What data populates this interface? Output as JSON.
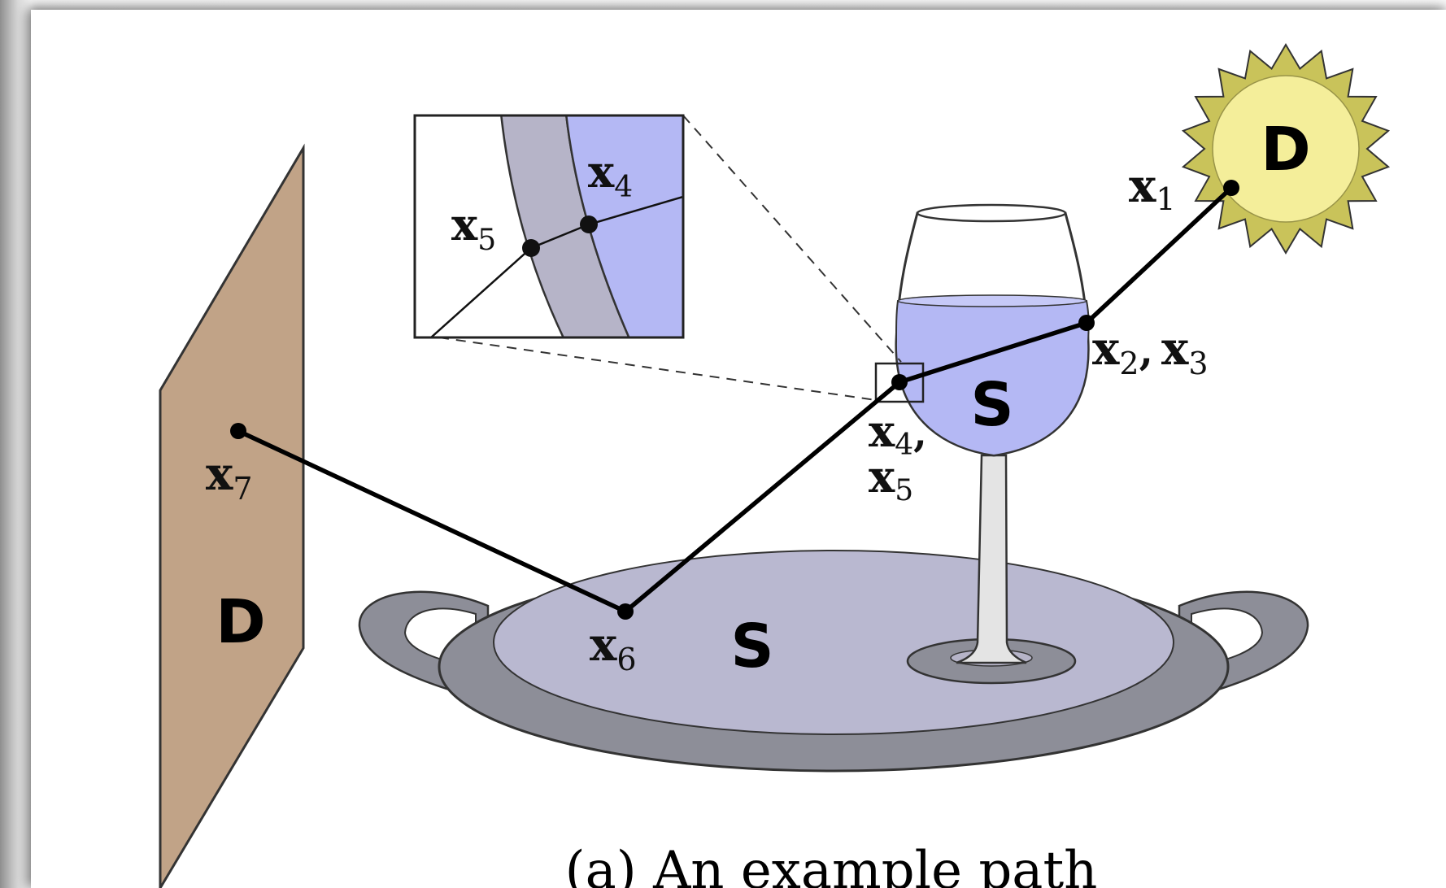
{
  "points": {
    "x1": {
      "base": "x",
      "sub": "1"
    },
    "x2x3": {
      "base1": "x",
      "sub1": "2",
      "sep": ",",
      "base2": "x",
      "sub2": "3"
    },
    "x4x5": {
      "base1": "x",
      "sub1": "4",
      "sep": ",",
      "base2": "x",
      "sub2": "5"
    },
    "x6": {
      "base": "x",
      "sub": "6"
    },
    "x7": {
      "base": "x",
      "sub": "7"
    }
  },
  "inset": {
    "x4": {
      "base": "x",
      "sub": "4"
    },
    "x5": {
      "base": "x",
      "sub": "5"
    }
  },
  "regions": {
    "sun": "D",
    "wall": "D",
    "glass": "S",
    "tray": "S"
  },
  "caption": "(a) An example path",
  "colors": {
    "liquid": "#b4b8f4",
    "glass_wall": "#b6b4c8",
    "tray_outer": "#8d8e98",
    "tray_inner": "#b9b8d0",
    "sun_inner": "#f4ee9a",
    "sun_outer": "#c9c35a",
    "wall": "#c1a387",
    "stem": "#e4e4e4"
  }
}
